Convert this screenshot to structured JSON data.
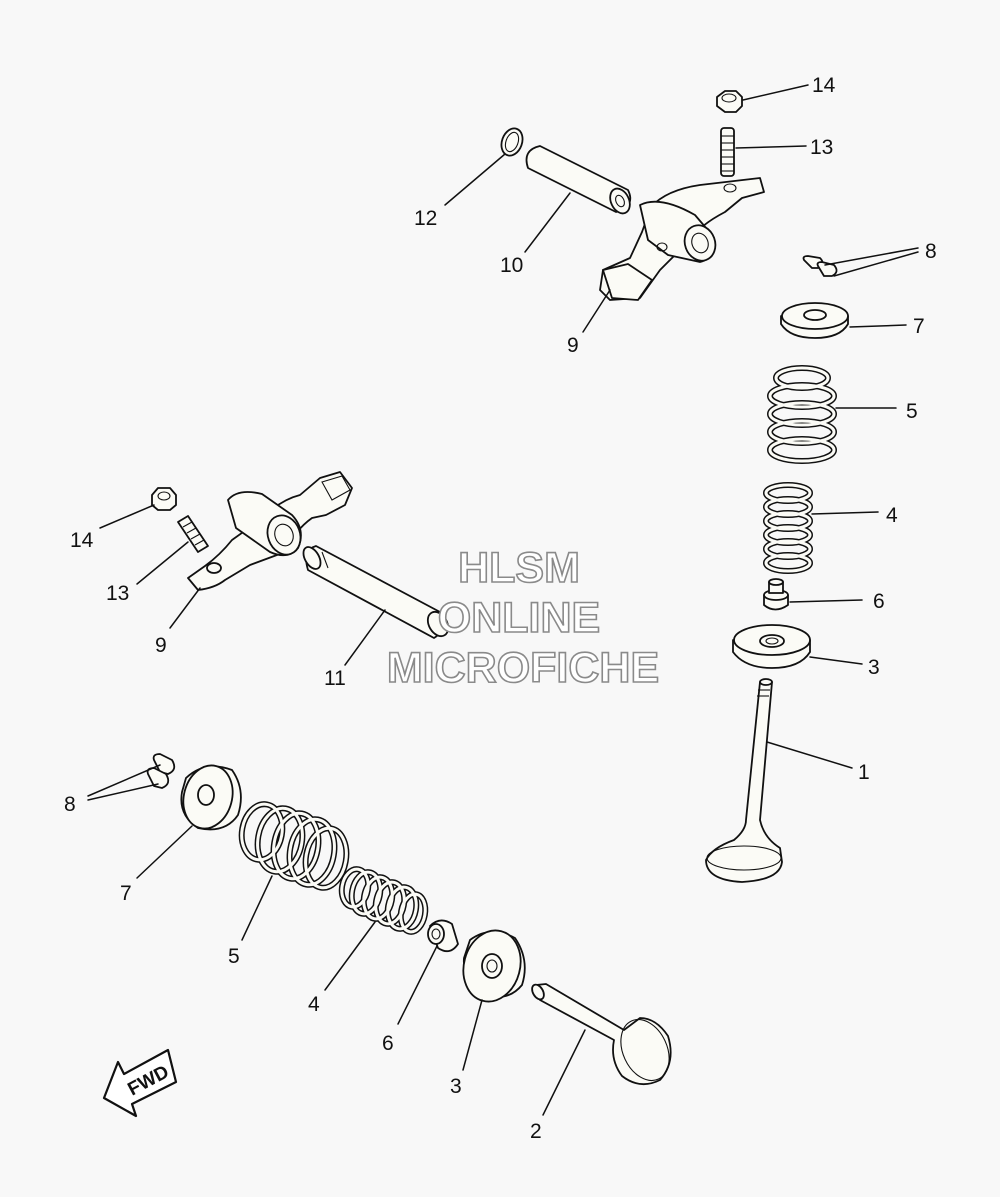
{
  "watermark": {
    "line1": "HLSM",
    "line2": "ONLINE",
    "line3": "MICROFICHE"
  },
  "direction_arrow": {
    "label": "FWD",
    "icon": "fwd-arrow-icon"
  },
  "callouts": {
    "top_assembly": {
      "n14": "14",
      "n13": "13",
      "n12": "12",
      "n10": "10",
      "n9": "9",
      "n8": "8",
      "n7": "7",
      "n5": "5",
      "n4": "4",
      "n6": "6",
      "n3": "3",
      "n1": "1"
    },
    "left_assembly": {
      "n14": "14",
      "n13": "13",
      "n9": "9",
      "n11": "11"
    },
    "bottom_assembly": {
      "n8": "8",
      "n7": "7",
      "n5": "5",
      "n4": "4",
      "n6": "6",
      "n3": "3",
      "n2": "2"
    }
  },
  "colors": {
    "line": "#111111",
    "part_fill": "#fbfbf6",
    "background": "#f8f8f8",
    "watermark_outline": "#8a8a8a"
  }
}
